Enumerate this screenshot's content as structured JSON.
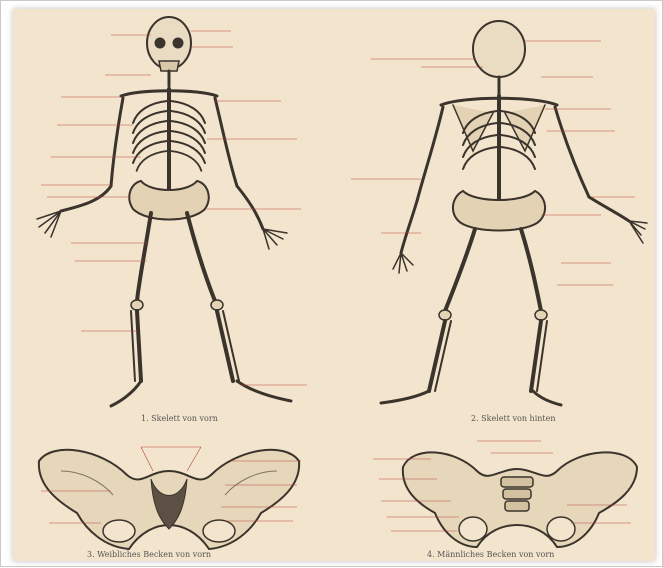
{
  "plate": {
    "background": "#f3e4cd",
    "ink": "#3a342c",
    "label_color": "#b8433a",
    "panels": [
      {
        "id": "skeleton-front",
        "caption": "1. Skelett von vorn"
      },
      {
        "id": "skeleton-back",
        "caption": "2. Skelett von hinten"
      },
      {
        "id": "pelvis-female",
        "caption": "3. Weibliches Becken von vorn"
      },
      {
        "id": "pelvis-male",
        "caption": "4. Männliches Becken von vorn"
      }
    ]
  }
}
